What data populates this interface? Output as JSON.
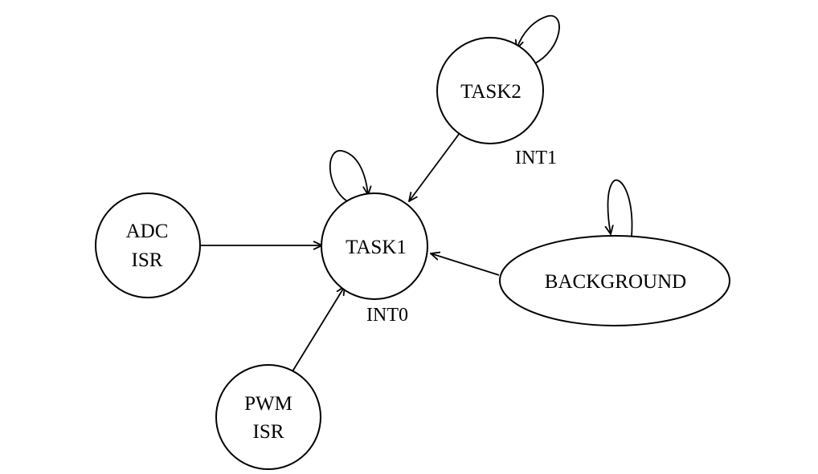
{
  "nodes": {
    "task1": {
      "label": "TASK1"
    },
    "task2": {
      "label": "TASK2"
    },
    "adc": {
      "line1": "ADC",
      "line2": "ISR"
    },
    "pwm": {
      "line1": "PWM",
      "line2": "ISR"
    },
    "background": {
      "label": "BACKGROUND"
    }
  },
  "annotations": {
    "int0": "INT0",
    "int1": "INT1"
  },
  "colors": {
    "stroke": "#000000",
    "background": "#ffffff"
  }
}
